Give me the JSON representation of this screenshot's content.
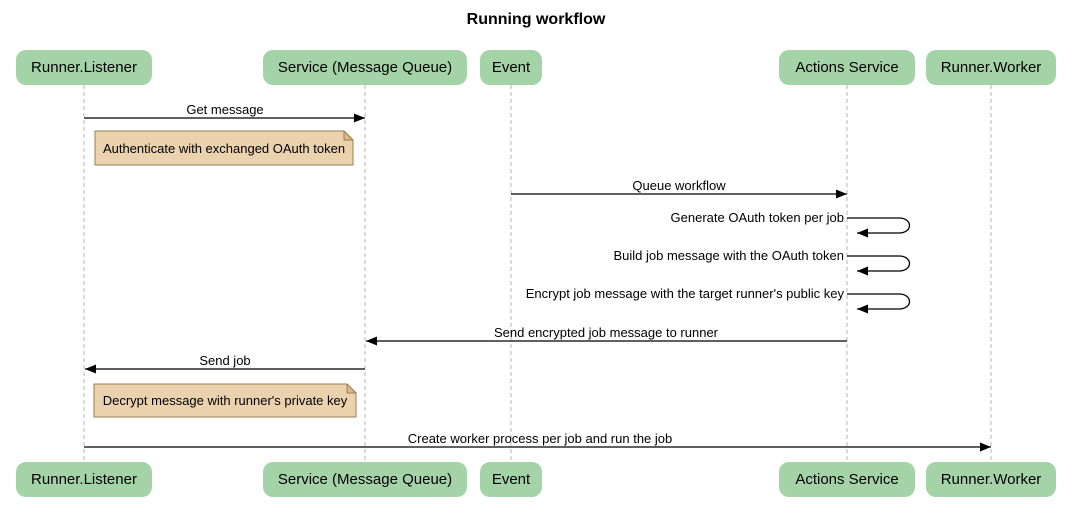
{
  "title": "Running workflow",
  "participants": [
    {
      "id": "runner-listener",
      "label": "Runner.Listener"
    },
    {
      "id": "service-message-queue",
      "label": "Service (Message Queue)"
    },
    {
      "id": "event",
      "label": "Event"
    },
    {
      "id": "actions-service",
      "label": "Actions Service"
    },
    {
      "id": "runner-worker",
      "label": "Runner.Worker"
    }
  ],
  "messages": [
    {
      "type": "arrow",
      "from": "runner-listener",
      "to": "service-message-queue",
      "label": "Get message"
    },
    {
      "type": "note",
      "over": "runner-listener,service-message-queue",
      "label": "Authenticate with exchanged OAuth token"
    },
    {
      "type": "arrow",
      "from": "event",
      "to": "actions-service",
      "label": "Queue workflow"
    },
    {
      "type": "self",
      "on": "actions-service",
      "label": "Generate OAuth token per job"
    },
    {
      "type": "self",
      "on": "actions-service",
      "label": "Build job message with the OAuth token"
    },
    {
      "type": "self",
      "on": "actions-service",
      "label": "Encrypt job message with the target runner's public key"
    },
    {
      "type": "arrow",
      "from": "actions-service",
      "to": "service-message-queue",
      "label": "Send encrypted job message to runner"
    },
    {
      "type": "arrow",
      "from": "service-message-queue",
      "to": "runner-listener",
      "label": "Send job"
    },
    {
      "type": "note",
      "over": "runner-listener",
      "label": "Decrypt message with runner's private key"
    },
    {
      "type": "arrow",
      "from": "runner-listener",
      "to": "runner-worker",
      "label": "Create worker process per job and run the job"
    }
  ],
  "colors": {
    "participant_fill": "#A5D3A8",
    "note_fill": "#EBD2AE",
    "note_fold": "#DBB988",
    "note_border": "#9E7B50",
    "lifeline": "#B5B5B5",
    "arrow": "#000000",
    "text": "#000000",
    "background": "#FFFFFF"
  }
}
